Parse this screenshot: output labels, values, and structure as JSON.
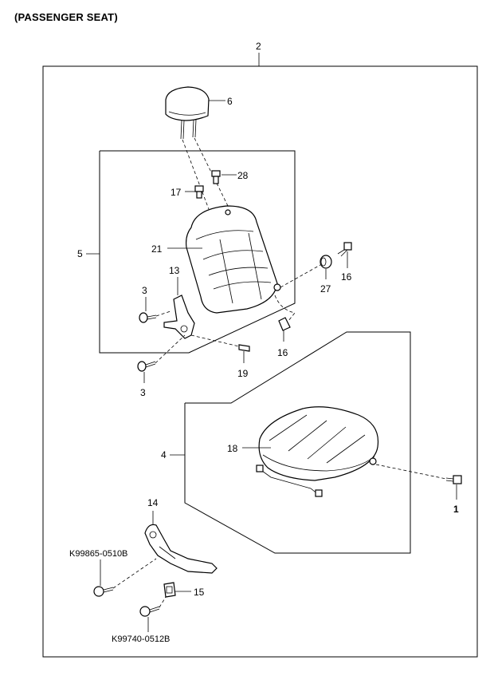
{
  "heading": "(PASSENGER SEAT)",
  "labels": {
    "assembly": "2",
    "headrest": "6",
    "clip_upper": "28",
    "guide": "17",
    "back_assembly": "5",
    "back_cover": "21",
    "cap": "27",
    "bolt_right": "16",
    "bracket_left": "13",
    "screw_upper": "3",
    "clip_lower": "16",
    "pin": "19",
    "screw_lower": "3",
    "cushion_assembly": "4",
    "cushion_cover": "18",
    "bolt_cushion": "1",
    "side_cover": "14",
    "screw_a": "K99865-0510B",
    "nut_clip": "15",
    "screw_b": "K99740-0512B"
  }
}
